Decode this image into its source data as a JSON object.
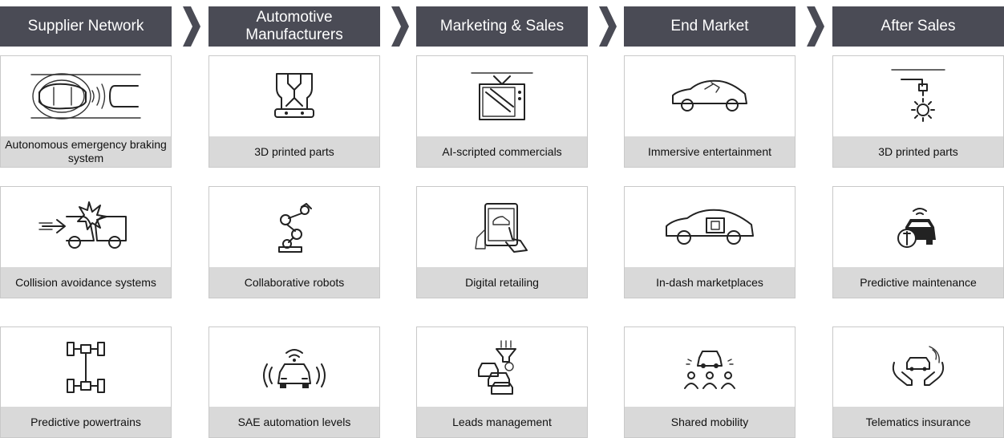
{
  "columns": [
    {
      "header": "Supplier Network",
      "items": [
        {
          "label": "Autonomous emergency braking system",
          "icon": "radar-car-icon"
        },
        {
          "label": "Collision avoidance systems",
          "icon": "car-collision-icon"
        },
        {
          "label": "Predictive powertrains",
          "icon": "drivetrain-icon"
        }
      ]
    },
    {
      "header": "Automotive Manufacturers",
      "items": [
        {
          "label": "3D printed parts",
          "icon": "3d-printer-icon"
        },
        {
          "label": "Collaborative robots",
          "icon": "robot-arm-icon"
        },
        {
          "label": "SAE automation levels",
          "icon": "connected-car-icon"
        }
      ]
    },
    {
      "header": "Marketing & Sales",
      "items": [
        {
          "label": "AI-scripted commercials",
          "icon": "tv-icon"
        },
        {
          "label": "Digital retailing",
          "icon": "tablet-hand-icon"
        },
        {
          "label": "Leads management",
          "icon": "car-funnel-icon"
        }
      ]
    },
    {
      "header": "End Market",
      "items": [
        {
          "label": "Immersive entertainment",
          "icon": "car-passenger-icon"
        },
        {
          "label": "In-dash marketplaces",
          "icon": "car-dashboard-icon"
        },
        {
          "label": "Shared mobility",
          "icon": "car-people-icon"
        }
      ]
    },
    {
      "header": "After Sales",
      "items": [
        {
          "label": "3D printed parts",
          "icon": "printer-gear-icon"
        },
        {
          "label": "Predictive maintenance",
          "icon": "car-wrench-icon"
        },
        {
          "label": "Telematics insurance",
          "icon": "hands-car-icon"
        }
      ]
    }
  ]
}
